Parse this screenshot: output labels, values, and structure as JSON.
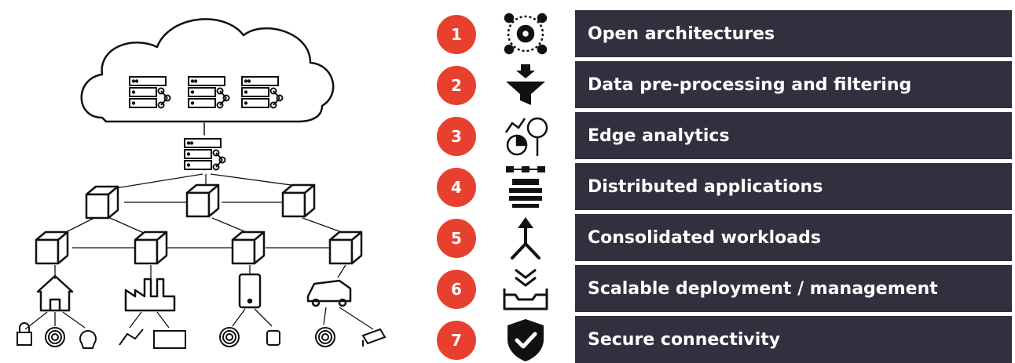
{
  "items": [
    {
      "number": "1",
      "label": "Open architectures",
      "icon": "gear-network-icon"
    },
    {
      "number": "2",
      "label": "Data pre-processing and filtering",
      "icon": "funnel-icon"
    },
    {
      "number": "3",
      "label": "Edge analytics",
      "icon": "analytics-icon"
    },
    {
      "number": "4",
      "label": "Distributed applications",
      "icon": "distributed-stack-icon"
    },
    {
      "number": "5",
      "label": "Consolidated workloads",
      "icon": "merge-arrow-icon"
    },
    {
      "number": "6",
      "label": "Scalable deployment / management",
      "icon": "inbox-download-icon"
    },
    {
      "number": "7",
      "label": "Secure connectivity",
      "icon": "shield-check-icon"
    }
  ],
  "colors": {
    "badge": "#e8402f",
    "label_bg": "#30303f",
    "label_text": "#ffffff"
  }
}
